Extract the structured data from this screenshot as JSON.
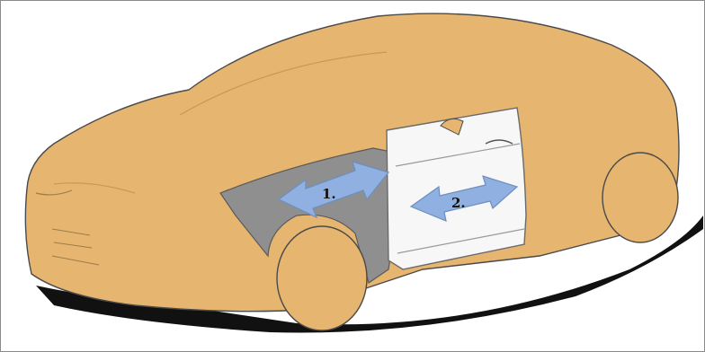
{
  "figure": {
    "callouts": [
      {
        "id": "fender",
        "label": "1."
      },
      {
        "id": "door",
        "label": "2."
      }
    ]
  },
  "colors": {
    "body": "#E6B56F",
    "body_outline": "#4a4a4a",
    "shadow": "#111111",
    "fender_gray": "#8f8f8f",
    "door_panel": "#f7f7f7",
    "arrow_fill": "#8FB0E0",
    "arrow_stroke": "#6E8EBE",
    "frame": "#8a8a8a"
  }
}
